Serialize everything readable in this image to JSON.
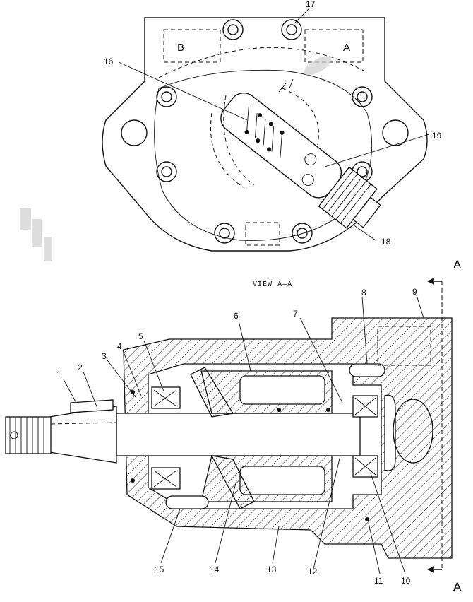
{
  "view_label": "VIEW A–A",
  "section_marker": "A",
  "ports": {
    "left": "B",
    "right": "A"
  },
  "callouts": [
    "1",
    "2",
    "3",
    "4",
    "5",
    "6",
    "7",
    "8",
    "9",
    "10",
    "11",
    "12",
    "13",
    "14",
    "15",
    "16",
    "17",
    "18",
    "19"
  ]
}
